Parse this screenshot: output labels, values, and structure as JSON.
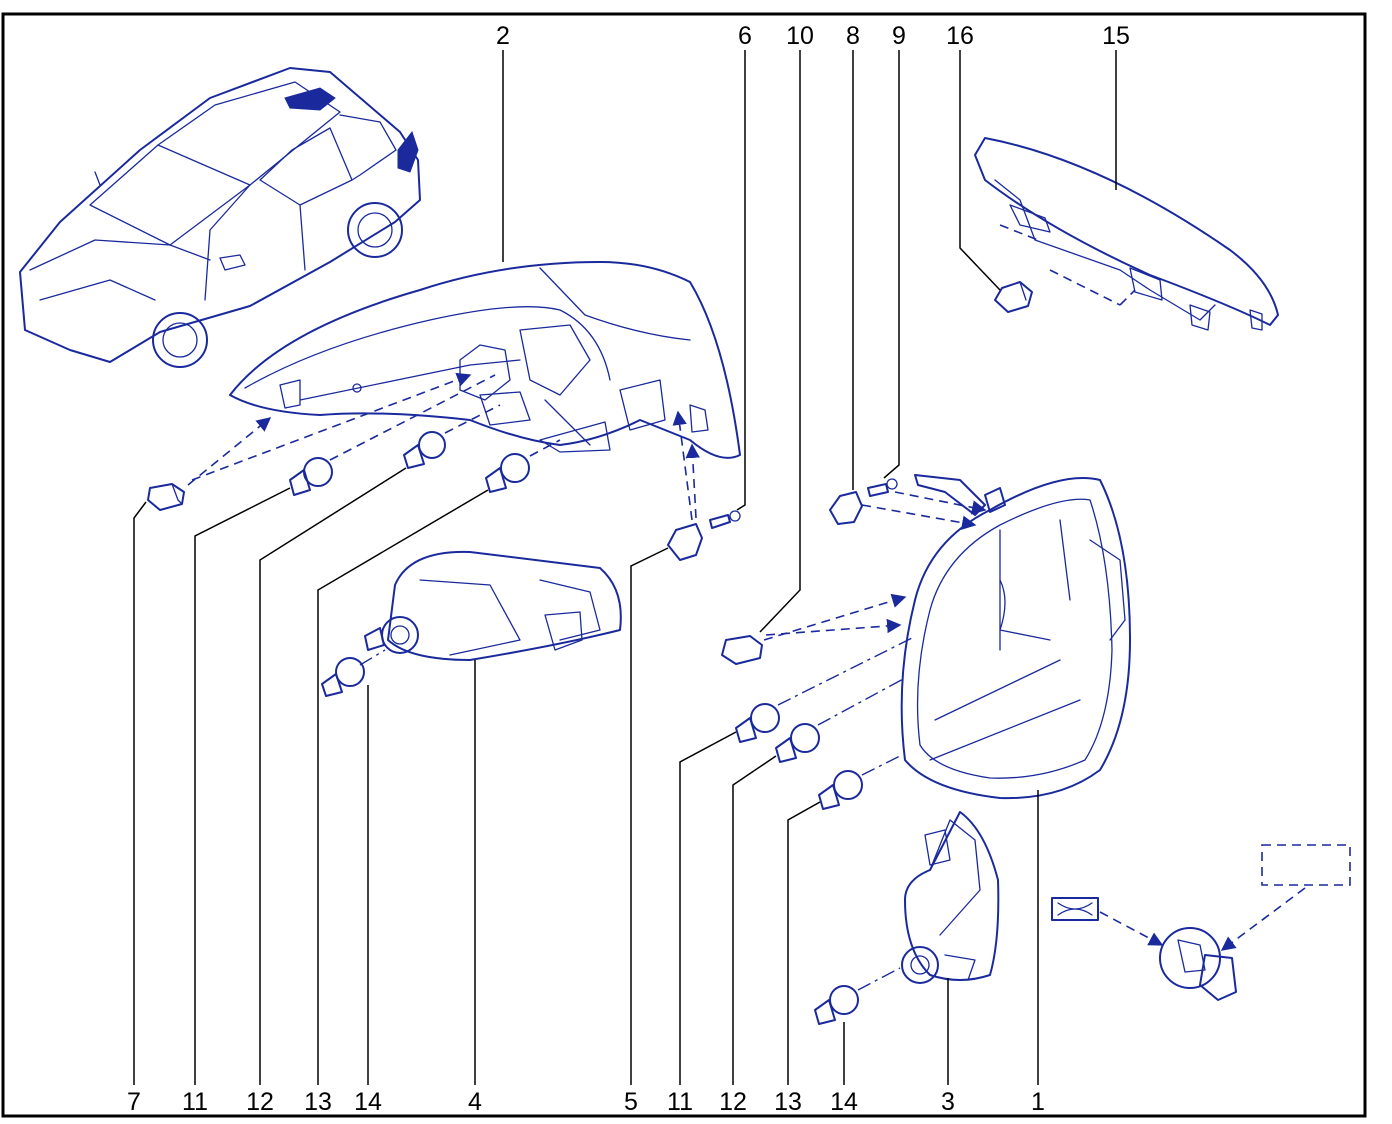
{
  "callouts_top": {
    "c2": "2",
    "c6": "6",
    "c10": "10",
    "c8": "8",
    "c9": "9",
    "c16": "16",
    "c15": "15"
  },
  "callouts_bottom": {
    "c7": "7",
    "c11a": "11",
    "c12a": "12",
    "c13a": "13",
    "c14a": "14",
    "c4": "4",
    "c5": "5",
    "c11b": "11",
    "c12b": "12",
    "c13b": "13",
    "c14b": "14",
    "c3": "3",
    "c1": "1"
  },
  "colors": {
    "ink": "#1a2a9c",
    "labels": "#000000",
    "background": "#ffffff"
  }
}
